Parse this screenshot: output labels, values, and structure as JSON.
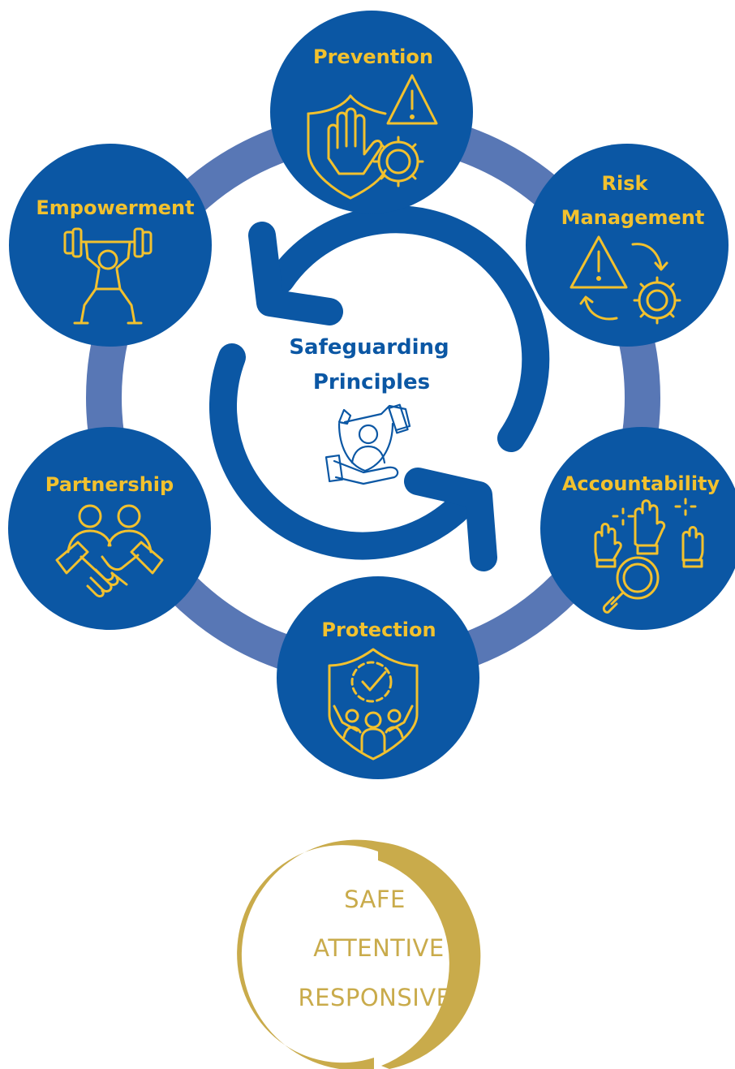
{
  "diagram": {
    "center": {
      "title_line1": "Safeguarding",
      "title_line2": "Principles",
      "icon": "caring-hands-icon"
    },
    "principles": [
      {
        "label_line1": "Prevention",
        "label_line2": "",
        "icon": "shield-hand-warning-gear-icon"
      },
      {
        "label_line1": "Risk",
        "label_line2": "Management",
        "icon": "warning-cycle-gear-icon"
      },
      {
        "label_line1": "Accountability",
        "label_line2": "",
        "icon": "raised-hands-magnifier-icon"
      },
      {
        "label_line1": "Protection",
        "label_line2": "",
        "icon": "shield-family-check-icon"
      },
      {
        "label_line1": "Partnership",
        "label_line2": "",
        "icon": "handshake-people-icon"
      },
      {
        "label_line1": "Empowerment",
        "label_line2": "",
        "icon": "weightlifter-icon"
      }
    ]
  },
  "motto": {
    "line1": "SAFE",
    "line2": "ATTENTIVE",
    "line3": "RESPONSIVE"
  },
  "colors": {
    "node_blue": "#0b57a4",
    "ring": "#5877b5",
    "label_gold": "#f2c12e",
    "motto_gold": "#c9ab4b"
  }
}
